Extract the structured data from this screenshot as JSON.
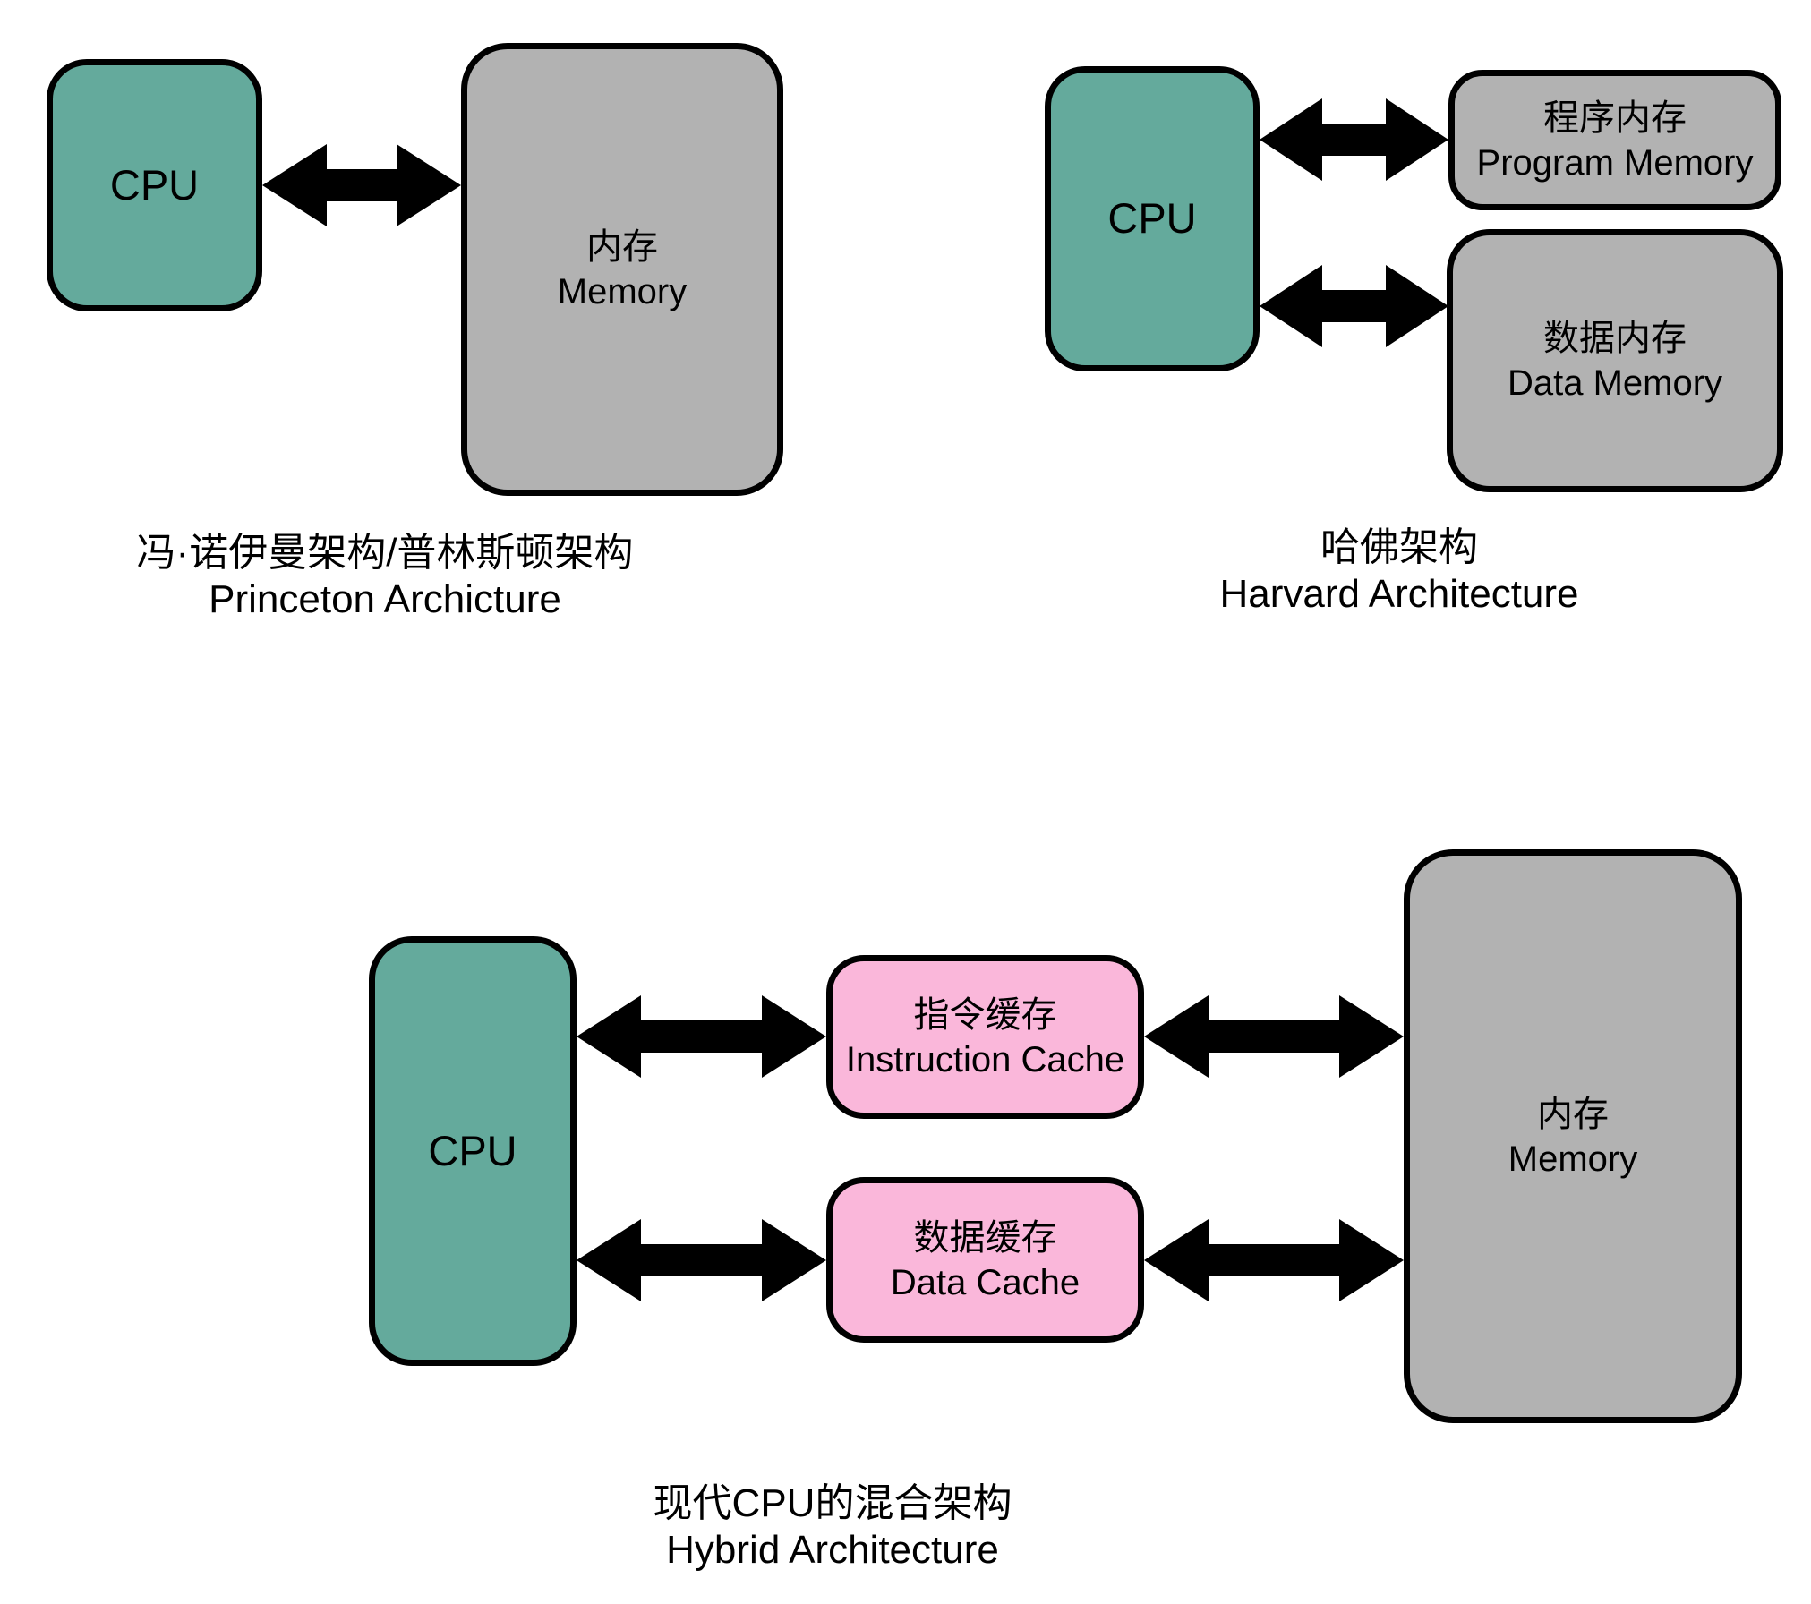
{
  "colors": {
    "cpu_fill": "#64AA9C",
    "memory_fill": "#B2B2B2",
    "cache_fill": "#FAB7DA",
    "border": "#000000",
    "background": "#FFFFFF",
    "arrow": "#000000"
  },
  "diagrams": {
    "princeton": {
      "cpu_label": "CPU",
      "memory_label_zh": "内存",
      "memory_label_en": "Memory",
      "caption_zh": "冯·诺伊曼架构/普林斯顿架构",
      "caption_en": "Princeton Archicture"
    },
    "harvard": {
      "cpu_label": "CPU",
      "program_memory_zh": "程序内存",
      "program_memory_en": "Program Memory",
      "data_memory_zh": "数据内存",
      "data_memory_en": "Data Memory",
      "caption_zh": "哈佛架构",
      "caption_en": "Harvard Architecture"
    },
    "hybrid": {
      "cpu_label": "CPU",
      "instruction_cache_zh": "指令缓存",
      "instruction_cache_en": "Instruction Cache",
      "data_cache_zh": "数据缓存",
      "data_cache_en": "Data Cache",
      "memory_label_zh": "内存",
      "memory_label_en": "Memory",
      "caption_zh": "现代CPU的混合架构",
      "caption_en": "Hybrid Architecture"
    }
  }
}
